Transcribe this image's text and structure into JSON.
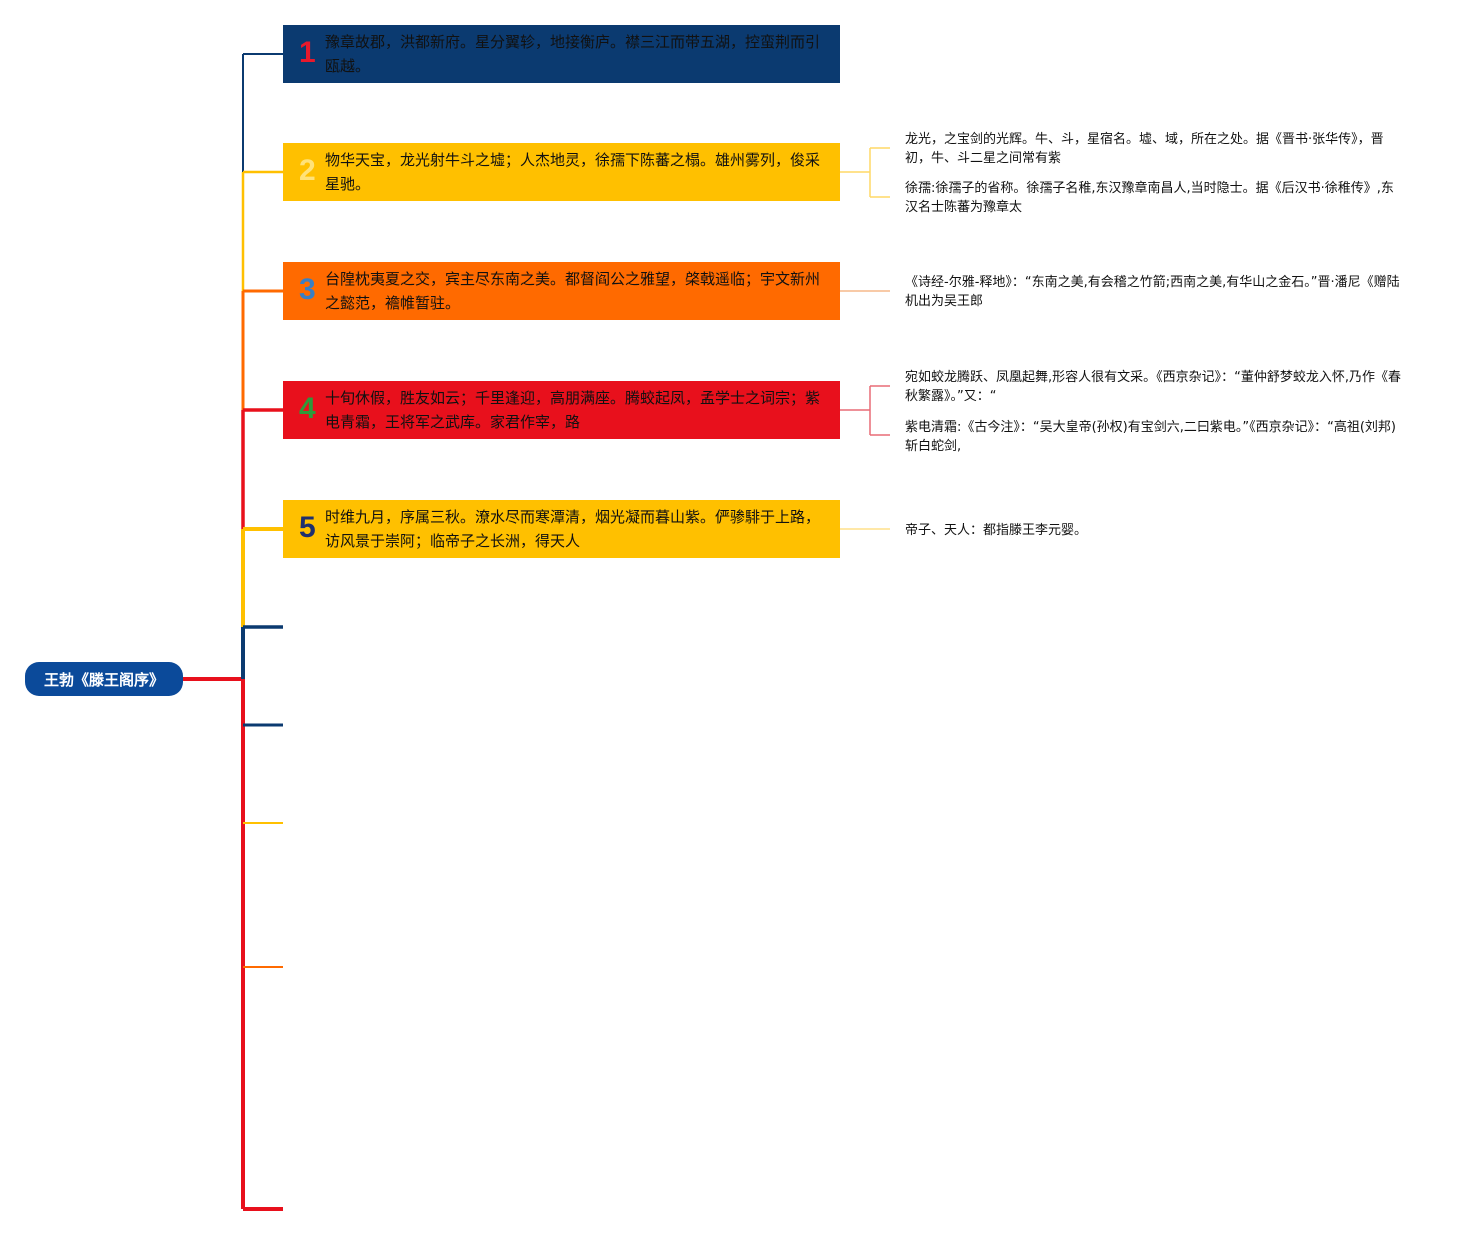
{
  "root": {
    "label": "王勃《滕王阁序》"
  },
  "nodes": [
    {
      "num": "1",
      "text": "豫章故郡，洪都新府。星分翼轸，地接衡庐。襟三江而带五湖，控蛮荆而引瓯越。",
      "bg": "#0b3a70",
      "numColor": "#e8192c",
      "textColor": "#111111"
    },
    {
      "num": "2",
      "text": "物华天宝，龙光射牛斗之墟；人杰地灵，徐孺下陈蕃之榻。雄州雾列，俊采星驰。",
      "bg": "#ffc000",
      "numColor": "#ffe27a",
      "textColor": "#111111"
    },
    {
      "num": "3",
      "text": "台隍枕夷夏之交，宾主尽东南之美。都督阎公之雅望，棨戟遥临；宇文新州之懿范，襜帷暂驻。",
      "bg": "#ff6a00",
      "numColor": "#3a7fc4",
      "textColor": "#111111"
    },
    {
      "num": "4",
      "text": "十旬休假，胜友如云；千里逢迎，高朋满座。腾蛟起凤，孟学士之词宗；紫电青霜，王将军之武库。家君作宰，路",
      "bg": "#e8101c",
      "numColor": "#2e9a3a",
      "textColor": "#111111"
    },
    {
      "num": "5",
      "text": "时维九月，序属三秋。潦水尽而寒潭清，烟光凝而暮山紫。俨骖騑于上路，访风景于崇阿；临帝子之长洲，得天人",
      "bg": "#ffc000",
      "numColor": "#1f2f6e",
      "textColor": "#111111"
    }
  ],
  "notes": [
    {
      "text": "龙光，之宝剑的光辉。牛、斗，星宿名。墟、域，所在之处。据《晋书·张华传》，晋初，牛、斗二星之间常有紫"
    },
    {
      "text": "徐孺:徐孺子的省称。徐孺子名稚,东汉豫章南昌人,当时隐士。据《后汉书·徐稚传》,东汉名士陈蕃为豫章太"
    },
    {
      "text": "《诗经-尔雅-释地》：“东南之美,有会稽之竹箭;西南之美,有华山之金石。”晋·潘尼《赠陆机出为吴王郎"
    },
    {
      "text": "宛如蛟龙腾跃、凤凰起舞,形容人很有文采。《西京杂记》：“董仲舒梦蛟龙入怀,乃作《春秋繁露》。”又：“"
    },
    {
      "text": "紫电清霜:《古今注》：“吴大皇帝(孙权)有宝剑六,二曰紫电。”《西京杂记》：“高祖(刘邦)斩白蛇剑,"
    },
    {
      "text": "帝子、天人：都指滕王李元婴。"
    }
  ],
  "colors": {
    "navy": "#0b3a70",
    "gold": "#ffc000",
    "orange": "#ff6a00",
    "red": "#e8101c",
    "root": "#0b4a9a"
  }
}
